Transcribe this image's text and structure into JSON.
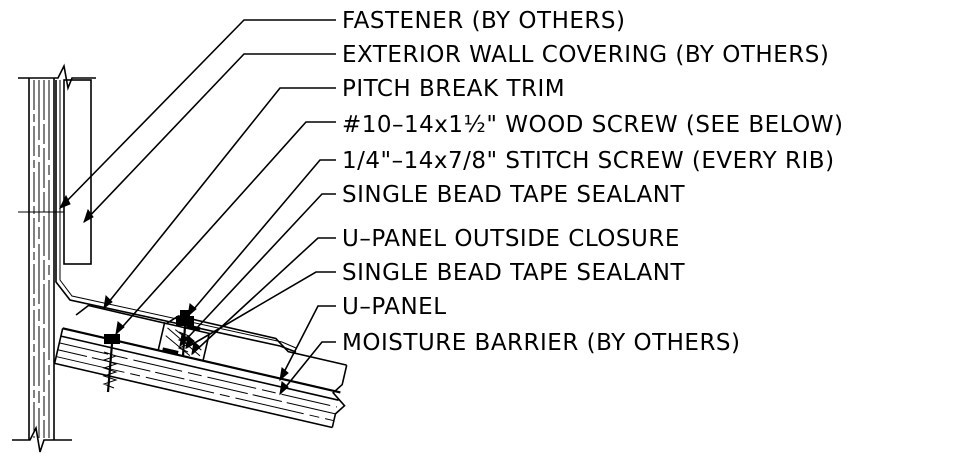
{
  "callouts": [
    {
      "text": "FASTENER (BY OTHERS)"
    },
    {
      "text": "EXTERIOR WALL COVERING (BY OTHERS)"
    },
    {
      "text": "PITCH BREAK TRIM"
    },
    {
      "text": "#10–14x1½\" WOOD SCREW (SEE BELOW)"
    },
    {
      "text": "1/4\"–14x7/8\" STITCH SCREW (EVERY RIB)"
    },
    {
      "text": "SINGLE BEAD TAPE SEALANT"
    },
    {
      "text": "U–PANEL OUTSIDE CLOSURE"
    },
    {
      "text": "SINGLE BEAD TAPE SEALANT"
    },
    {
      "text": "U–PANEL"
    },
    {
      "text": "MOISTURE BARRIER (BY OTHERS)"
    }
  ]
}
